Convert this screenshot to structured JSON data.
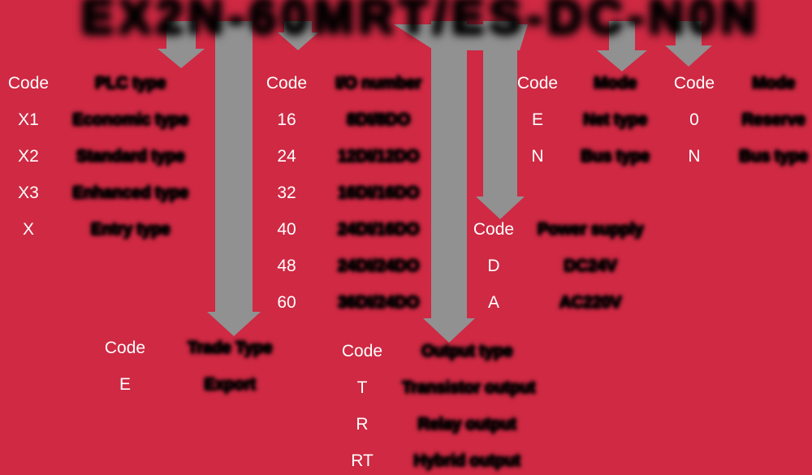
{
  "colors": {
    "background": "#CF2943",
    "arrow_gray": "#919191",
    "label_text": "#FFFFFF",
    "blob_text": "#000000"
  },
  "title": {
    "blob_text": "EX2N-60MRT/ES-DC-N0N"
  },
  "tables": {
    "plc_type": {
      "header_code": "Code",
      "header_blob": "PLC type",
      "rows": [
        {
          "code": "X1",
          "blob": "Economic type"
        },
        {
          "code": "X2",
          "blob": "Standard type"
        },
        {
          "code": "X3",
          "blob": "Enhanced type"
        },
        {
          "code": "X",
          "blob": "Entry type"
        }
      ]
    },
    "io_number": {
      "header_code": "Code",
      "header_blob": "I/O number",
      "rows": [
        {
          "code": "16",
          "blob": "8DI/8DO"
        },
        {
          "code": "24",
          "blob": "12DI/12DO"
        },
        {
          "code": "32",
          "blob": "16DI/16DO"
        },
        {
          "code": "40",
          "blob": "24DI/16DO"
        },
        {
          "code": "48",
          "blob": "24DI/24DO"
        },
        {
          "code": "60",
          "blob": "36DI/24DO"
        }
      ]
    },
    "power_supply": {
      "header_code": "Code",
      "header_blob": "Power supply",
      "rows": [
        {
          "code": "D",
          "blob": "DC24V"
        },
        {
          "code": "A",
          "blob": "AC220V"
        }
      ]
    },
    "mode_left": {
      "header_code": "Code",
      "header_blob": "Mode",
      "rows": [
        {
          "code": "E",
          "blob": "Net type"
        },
        {
          "code": "N",
          "blob": "Bus type"
        }
      ]
    },
    "mode_right": {
      "header_code": "Code",
      "header_blob": "Mode",
      "rows": [
        {
          "code": "0",
          "blob": "Reserve"
        },
        {
          "code": "N",
          "blob": "Bus type"
        }
      ]
    },
    "trade_type": {
      "header_code": "Code",
      "header_blob": "Trade Type",
      "rows": [
        {
          "code": "E",
          "blob": "Export"
        }
      ]
    },
    "output_type": {
      "header_code": "Code",
      "header_blob": "Output type",
      "rows": [
        {
          "code": "T",
          "blob": "Transistor output"
        },
        {
          "code": "R",
          "blob": "Relay output"
        },
        {
          "code": "RT",
          "blob": "Hybrid output"
        }
      ]
    }
  }
}
